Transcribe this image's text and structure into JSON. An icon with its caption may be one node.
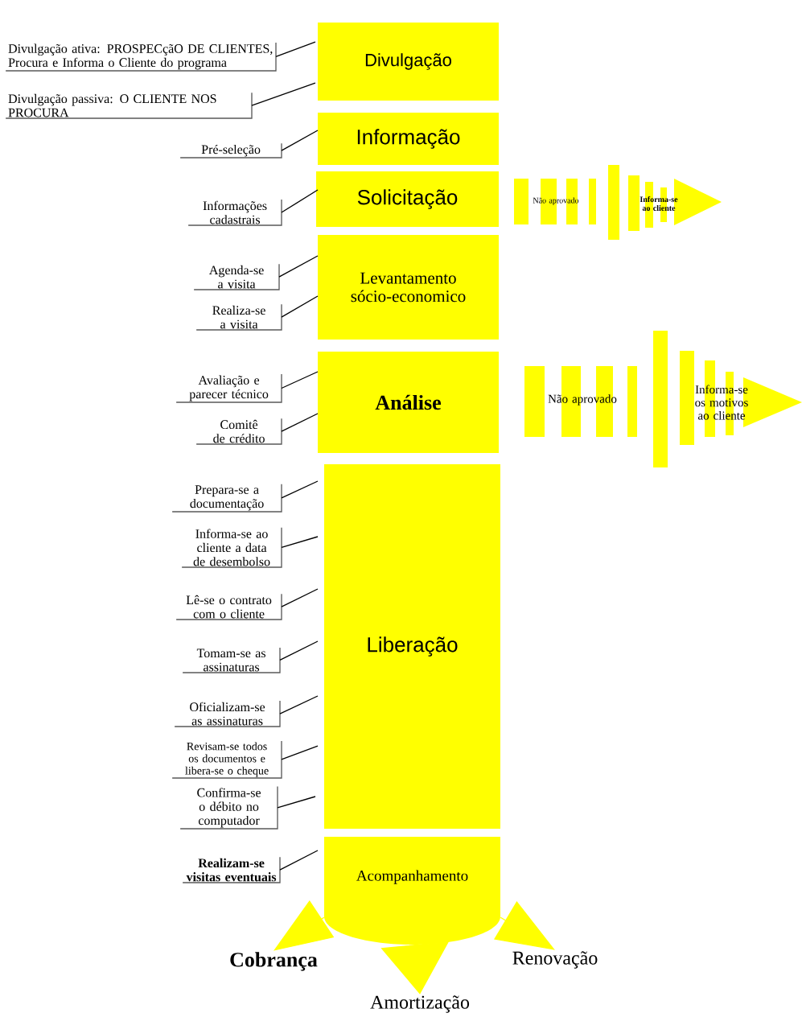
{
  "diagram": {
    "nodes": [
      {
        "text": [
          "Divulgação"
        ]
      },
      {
        "text": [
          "Informação"
        ]
      },
      {
        "text": [
          "Solicitação"
        ]
      },
      {
        "text": [
          "Levantamento sócio-economico"
        ]
      },
      {
        "text": [
          "Análise"
        ]
      },
      {
        "text": [
          "Liberação"
        ]
      },
      {
        "text": [
          "Acompanhamento"
        ]
      },
      {
        "text": [
          "Divulgação ativa: PROSPECçãO DE CLIENTES, Procura e Informa o Cliente do programa"
        ]
      },
      {
        "text": [
          "Divulgação passiva: O CLIENTE NOS PROCURA"
        ]
      },
      {
        "text": [
          "Pré-seleção"
        ]
      },
      {
        "text": [
          "Informações cadastrais"
        ]
      },
      {
        "text": [
          "Agenda-se a visita"
        ]
      },
      {
        "text": [
          "Realiza-se a visita"
        ]
      },
      {
        "text": [
          "Avaliação e parecer técnico"
        ]
      },
      {
        "text": [
          "Comitê de crédito"
        ]
      },
      {
        "text": [
          "Prepara-se a documentação"
        ]
      },
      {
        "text": [
          "Informa-se ao cliente a data de desembolso"
        ]
      },
      {
        "text": [
          "Lê-se o contrato com o cliente"
        ]
      },
      {
        "text": [
          "Tomam-se as assinaturas"
        ]
      },
      {
        "text": [
          "Oficializam-se as assinaturas"
        ]
      },
      {
        "text": [
          "Revisam-se todos os documentos e libera-se o cheque"
        ]
      },
      {
        "text": [
          "Confirma-se o débito no computador"
        ]
      },
      {
        "text": [
          "Realizam-se visitas eventuais"
        ]
      },
      {
        "text": [
          "Cobrança"
        ]
      },
      {
        "text": [
          "Amortização"
        ]
      },
      {
        "text": [
          "Renovação"
        ]
      }
    ],
    "edges": [
      {
        "from": 7,
        "to": 0,
        "arrow": "none"
      },
      {
        "from": 8,
        "to": 0,
        "arrow": "none"
      },
      {
        "from": 9,
        "to": 1,
        "arrow": "none"
      },
      {
        "from": 10,
        "to": 2,
        "arrow": "none"
      },
      {
        "from": 11,
        "to": 3,
        "arrow": "none"
      },
      {
        "from": 12,
        "to": 3,
        "arrow": "none"
      },
      {
        "from": 13,
        "to": 4,
        "arrow": "none"
      },
      {
        "from": 14,
        "to": 4,
        "arrow": "none"
      },
      {
        "from": 15,
        "to": 5,
        "arrow": "none"
      },
      {
        "from": 16,
        "to": 5,
        "arrow": "none"
      },
      {
        "from": 17,
        "to": 5,
        "arrow": "none"
      },
      {
        "from": 18,
        "to": 5,
        "arrow": "none"
      },
      {
        "from": 19,
        "to": 5,
        "arrow": "none"
      },
      {
        "from": 20,
        "to": 5,
        "arrow": "none"
      },
      {
        "from": 21,
        "to": 5,
        "arrow": "none"
      },
      {
        "from": 22,
        "to": 6,
        "arrow": "none"
      },
      {
        "from": 6,
        "to": 23,
        "arrow": "to",
        "color": "#ffff00"
      },
      {
        "from": 6,
        "to": 24,
        "arrow": "to",
        "color": "#ffff00"
      },
      {
        "from": 6,
        "to": 25,
        "arrow": "to",
        "color": "#ffff00"
      }
    ],
    "labels": [
      "Não aprovado",
      "Informa-se ao cliente",
      "Não aprovado",
      "Informa-se os motivos ao cliente"
    ]
  }
}
